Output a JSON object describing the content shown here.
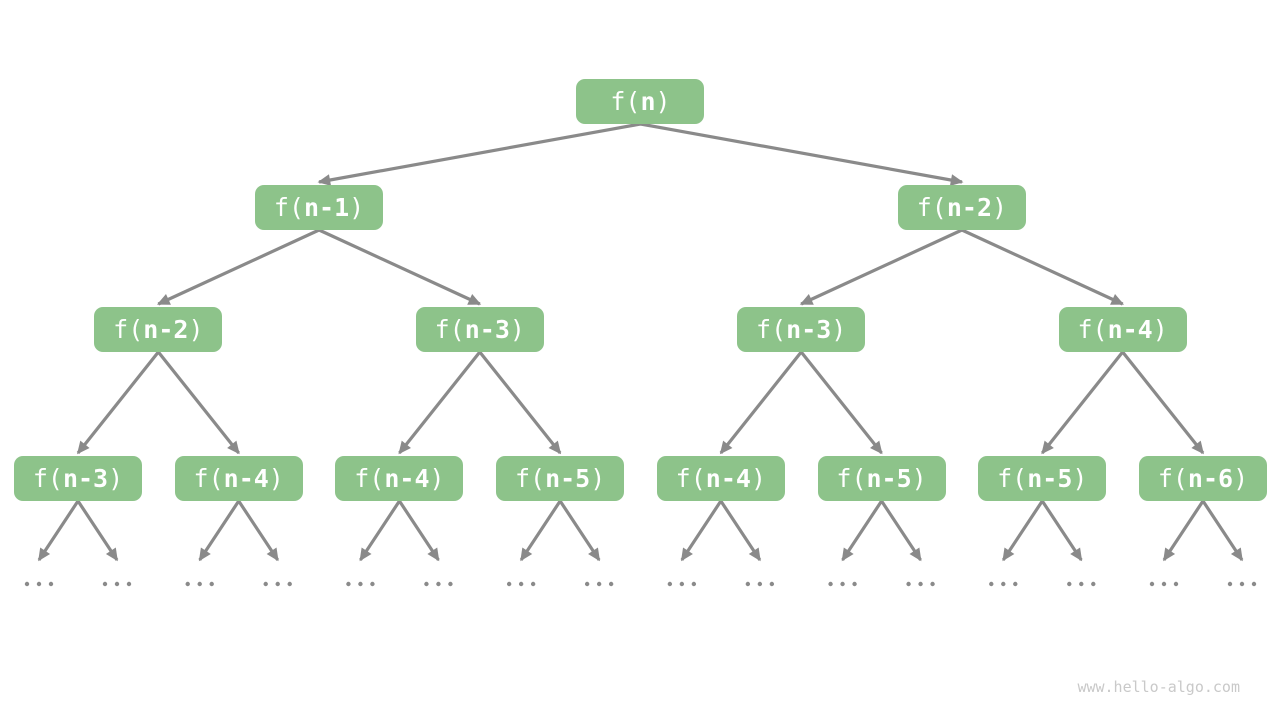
{
  "diagram": {
    "watermark": "www.hello-algo.com",
    "colors": {
      "background": "#ffffff",
      "node_fill": "#8dc38a",
      "node_text": "#ffffff",
      "arrow": "#8a8a8a",
      "ellipsis_dot": "#8a8a8a",
      "watermark_text": "#c9c9c9"
    },
    "tree": {
      "levels": [
        [
          "f(n)"
        ],
        [
          "f(n-1)",
          "f(n-2)"
        ],
        [
          "f(n-2)",
          "f(n-3)",
          "f(n-3)",
          "f(n-4)"
        ],
        [
          "f(n-3)",
          "f(n-4)",
          "f(n-4)",
          "f(n-5)",
          "f(n-4)",
          "f(n-5)",
          "f(n-5)",
          "f(n-6)"
        ]
      ],
      "leaf_ellipsis": "..."
    }
  }
}
